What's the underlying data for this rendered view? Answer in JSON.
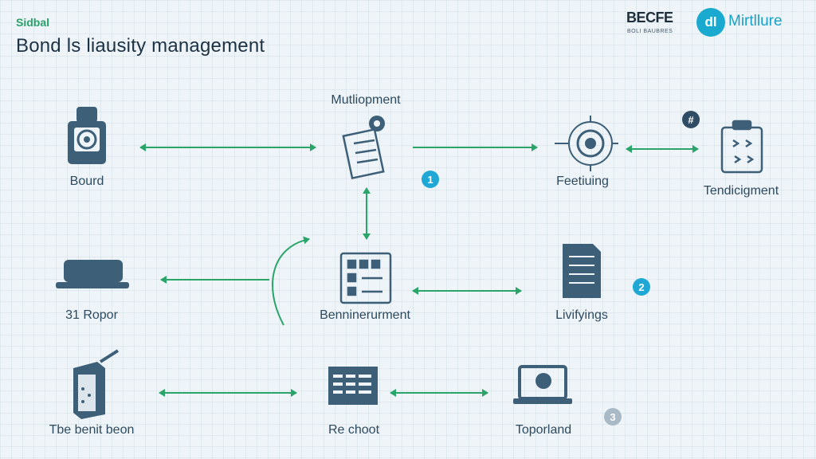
{
  "header": {
    "tag": "Sidbal",
    "title": "Bond ls liausity management"
  },
  "logos": {
    "left_text": "BECFE",
    "left_sub": "BOLI BAUBRES",
    "right_mark": "dl",
    "right_text": "Mirtllure"
  },
  "nodes": {
    "bourd": "Bourd",
    "multiiopment": "Mutliopment",
    "feetiuing": "Feetiuing",
    "tendicument": "Tendicigment",
    "report": "31 Ropor",
    "benninerument": "Benninerurment",
    "livifyings": "Livifyings",
    "tbe_benit": "Tbe benit beon",
    "re_choot": "Re choot",
    "toporland": "Toporland"
  },
  "badges": {
    "one": "1",
    "two": "2",
    "three": "3",
    "hash": "#"
  },
  "colors": {
    "arrow": "#2aa56a",
    "icon_stroke": "#3e5f78",
    "icon_fill": "#3e5f78",
    "accent_blue": "#1fa8d6"
  }
}
